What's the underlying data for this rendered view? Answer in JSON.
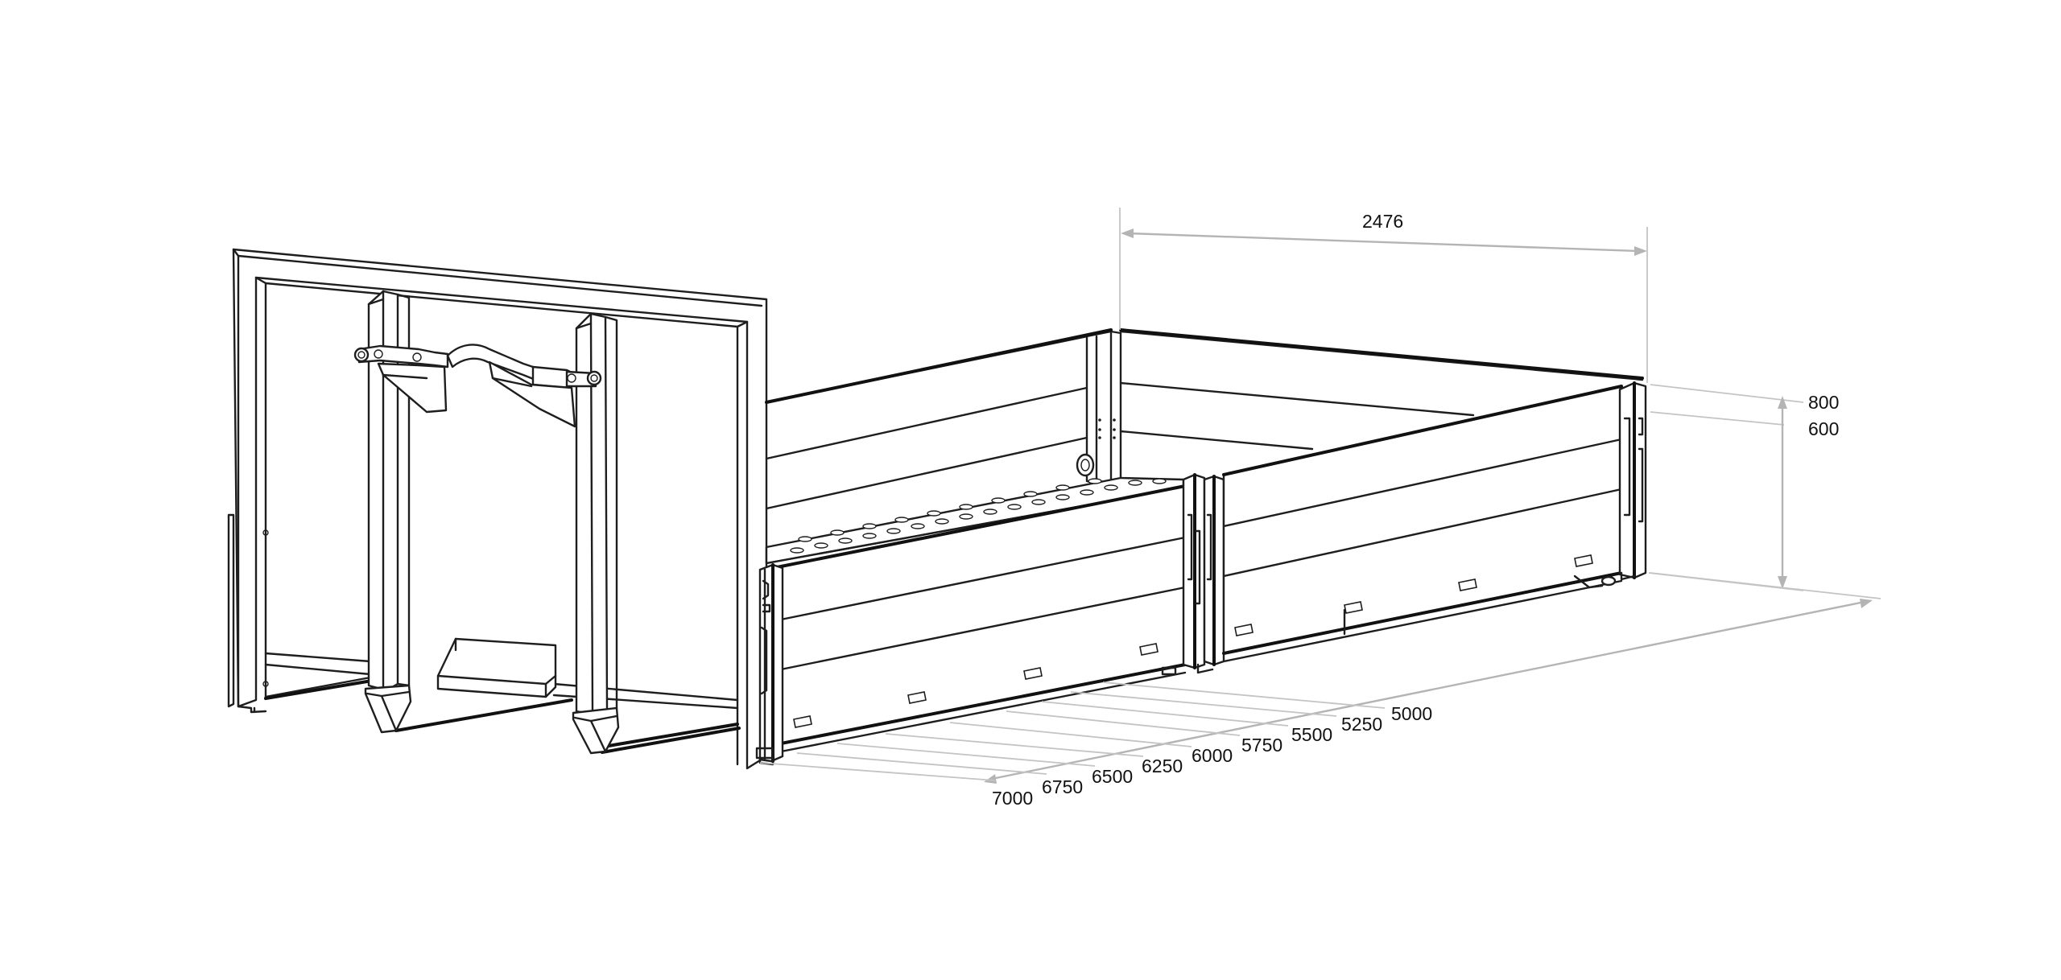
{
  "dimensions": {
    "width": "2476",
    "height_high": "800",
    "height_low": "600",
    "lengths": [
      "5000",
      "5250",
      "5500",
      "5750",
      "6000",
      "6250",
      "6500",
      "6750",
      "7000"
    ]
  },
  "colors": {
    "line": "#1e1e1e",
    "dimension": "#b4b4b4",
    "background": "#ffffff"
  }
}
